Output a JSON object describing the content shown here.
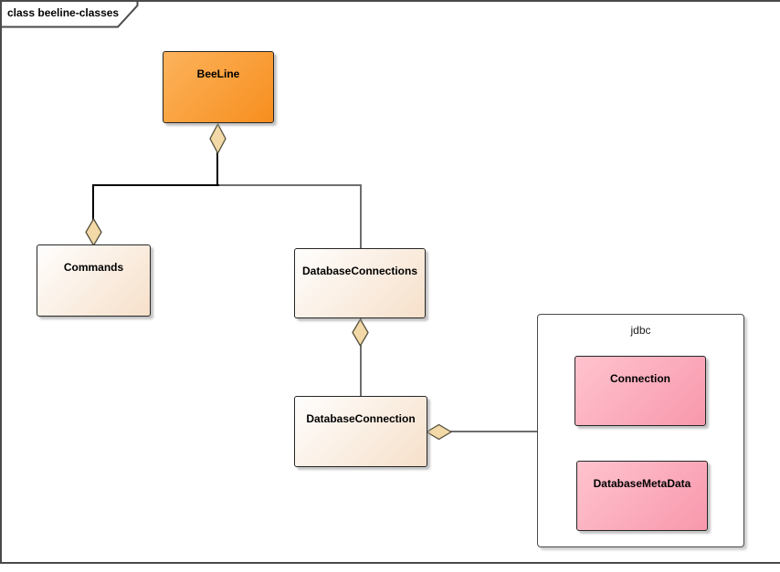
{
  "diagram": {
    "tab_title": "class beeline-classes",
    "kind": "uml-class-diagram"
  },
  "classes": {
    "beeline": {
      "label": "BeeLine",
      "fill_start": "#fcb35c",
      "fill_end": "#f78e1e"
    },
    "commands": {
      "label": "Commands",
      "fill_start": "#fffefd",
      "fill_end": "#f6e0ca"
    },
    "database_connections": {
      "label": "DatabaseConnections",
      "fill_start": "#fffefd",
      "fill_end": "#f6e0ca"
    },
    "database_connection": {
      "label": "DatabaseConnection",
      "fill_start": "#fffefd",
      "fill_end": "#f6e0ca"
    },
    "connection": {
      "label": "Connection",
      "fill_start": "#ffc3ce",
      "fill_end": "#f898ad"
    },
    "database_metadata": {
      "label": "DatabaseMetaData",
      "fill_start": "#ffc3ce",
      "fill_end": "#f898ad"
    }
  },
  "package": {
    "label": "jdbc"
  },
  "relationships": [
    {
      "from": "BeeLine",
      "to": "Commands",
      "type": "aggregation"
    },
    {
      "from": "BeeLine",
      "to": "DatabaseConnections",
      "type": "aggregation"
    },
    {
      "from": "DatabaseConnections",
      "to": "DatabaseConnection",
      "type": "aggregation"
    },
    {
      "from": "DatabaseConnection",
      "to": "jdbc",
      "type": "aggregation"
    }
  ],
  "colors": {
    "diamond_fill": "#f2d9a7",
    "diamond_border": "#55503c",
    "connector_primary": "#000000",
    "connector_secondary": "#6e6e6e",
    "frame_border": "#4a4a4a"
  }
}
